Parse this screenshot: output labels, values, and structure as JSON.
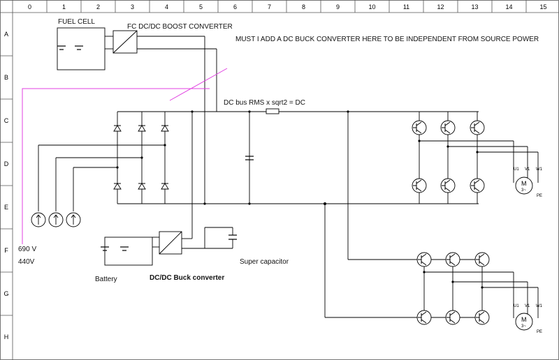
{
  "grid": {
    "columns": [
      "0",
      "1",
      "2",
      "3",
      "4",
      "5",
      "6",
      "7",
      "8",
      "9",
      "10",
      "11",
      "12",
      "13",
      "14",
      "15"
    ],
    "rows": [
      "A",
      "B",
      "C",
      "D",
      "E",
      "F",
      "G",
      "H"
    ]
  },
  "labels": {
    "fuel_cell": "FUEL CELL",
    "fc_boost": "FC DC/DC BOOST CONVERTER",
    "question": "MUST I ADD A DC BUCK CONVERTER HERE TO BE INDEPENDENT FROM SOURCE POWER",
    "dc_bus": "DC bus RMS x sqrt2 = DC",
    "v690": "690 V",
    "v440": "440V",
    "super_cap": "Super capacitor",
    "battery": "Battery",
    "buck": "DC/DC Buck converter"
  },
  "motor": {
    "symbol": "M",
    "phase": "3~",
    "u1": "U1",
    "v1": "V1",
    "w1": "W1",
    "pe": "PE"
  },
  "colors": {
    "wire": "#000000",
    "annotation": "#e040e0",
    "grid": "#555555"
  }
}
